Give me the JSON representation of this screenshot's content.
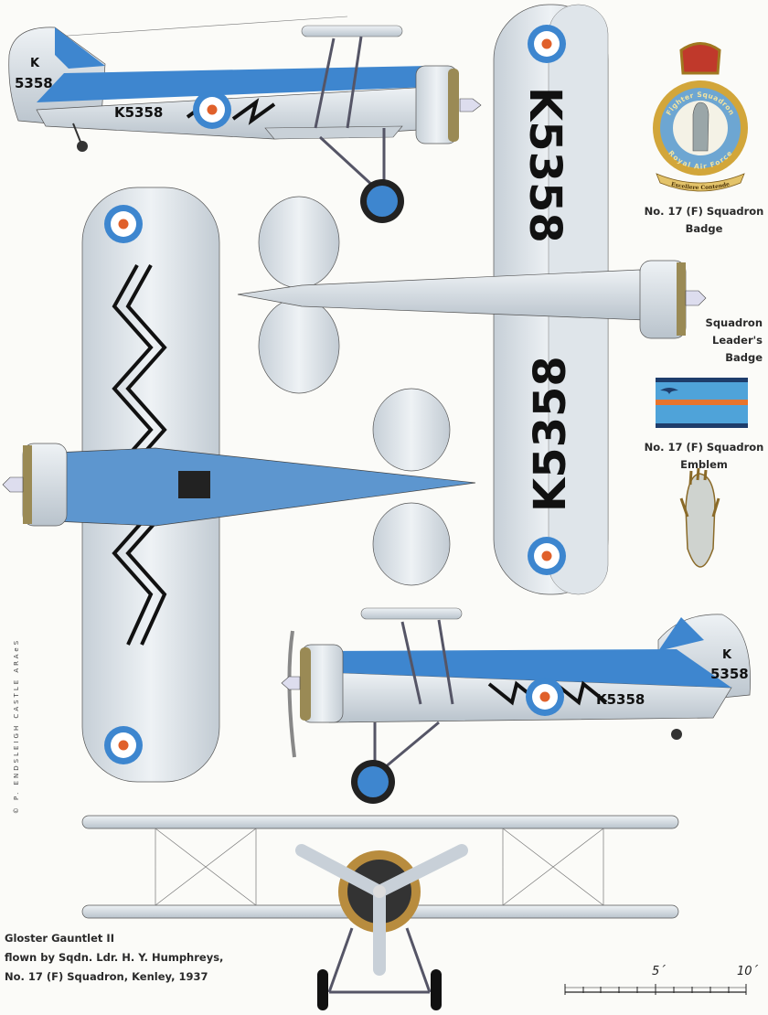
{
  "aircraft": {
    "serial": "K5358",
    "tail_letter": "K",
    "tail_number": "5358"
  },
  "captions": {
    "badge_line1": "No. 17 (F) Squadron",
    "badge_line2": "Badge",
    "leader_line1": "Squadron",
    "leader_line2": "Leader's",
    "leader_line3": "Badge",
    "emblem_line1": "No. 17 (F) Squadron",
    "emblem_line2": "Emblem"
  },
  "badge": {
    "ring_text": "Fighter Squadron",
    "lower_text": "Royal Air Force",
    "motto": "Excellere Contende"
  },
  "title": {
    "line1": "Gloster Gauntlet II",
    "line2": "flown by Sqdn. Ldr. H. Y. Humphreys,",
    "line3": "No. 17 (F) Squadron, Kenley, 1937"
  },
  "scale": {
    "label_5": "5´",
    "label_10": "10´"
  },
  "credit": "© P. ENDSLEIGH CASTLE ARAeS",
  "colors": {
    "blue": "#4a8fd0",
    "silver": "#d4dbe2",
    "roundel_red": "#e0602a",
    "stripe_orange": "#e8742c",
    "black": "#111111"
  }
}
